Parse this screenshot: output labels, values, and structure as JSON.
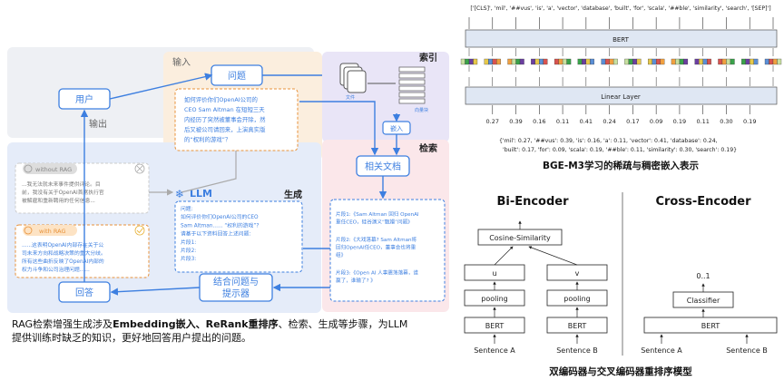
{
  "rag": {
    "input_label": "输入",
    "output_label": "输出",
    "index_label": "索引",
    "retrieval_label": "检索",
    "generation_label": "生成",
    "question_box": "问题",
    "question_text": [
      "如何评价你们OpenAI公司的",
      "CEO Sam Altman 在短短三天",
      "内经历了突然被董事会开除，然",
      "后又被公司请回来，上演真实版",
      "的“权利的游戏”？"
    ],
    "user_box": "用户",
    "file_label": "文件",
    "chunk_label": "向量块",
    "embed_box": "嵌入",
    "docs_box": "相关文档",
    "llm_label": "LLM",
    "combine_box": [
      "结合问题与",
      "提示器"
    ],
    "answer_box": "回答",
    "without_rag_label": "without RAG",
    "without_rag_text": [
      "...我无法就未来事件提供评论。目",
      "前，我没有关于OpenAI首席执行官",
      "被解雇和重新聘用的任何信息..."
    ],
    "with_rag_label": "with RAG",
    "with_rag_text": [
      "......这表明OpenAI内部存在关于公",
      "司未来方向和战略决策的重大分歧。",
      "所有这些曲折反映了OpenAI内部的",
      "权力斗争和公司治理问题......"
    ],
    "prompt_text": [
      "问题:",
      "如何评价你们OpenAI公司的CEO",
      "Sam Altman...... “权利的游戏”?",
      "请基于以下资料回答上述问题:",
      "片段1:",
      "片段2:",
      "片段3:"
    ],
    "snippets": [
      [
        "片段1:《Sam Altman 回归 OpenAI",
        "重任CEO，硅谷演义“甄嬛”问题》"
      ],
      [
        "片段2:《大戏落幕? Sam Altman将",
        "回归OpenAI任CEO，董事会也将重",
        "组》"
      ],
      [
        "片段3:《Open AI 人事震荡落幕，谁",
        "赢了，谁输了? 》"
      ]
    ]
  },
  "caption": {
    "parts": [
      "RAG检索增强生成涉及",
      "Embedding嵌入、ReRank重排序",
      "、检索、生成等步骤，为LLM"
    ],
    "line2": "提供训练时缺乏的知识，更好地回答用户提出的问题。"
  },
  "bge": {
    "tokens": "['[CLS]', 'mil', '##vus', 'is', 'a', 'vector', 'database', 'built', 'for', 'scala', '##ble', 'similarity', 'search', '[SEP]']",
    "bert_label": "BERT",
    "linear_label": "Linear Layer",
    "weights": [
      "0.27",
      "0.39",
      "0.16",
      "0.11",
      "0.41",
      "0.24",
      "0.17",
      "0.09",
      "0.19",
      "0.11",
      "0.30",
      "0.19"
    ],
    "dict_line1": "{'mil': 0.27, '##vus': 0.39, 'is': 0.16, 'a': 0.11, 'vector': 0.41, 'database': 0.24,",
    "dict_line2": "'built': 0.17, 'for': 0.09, 'scala': 0.19, '##ble': 0.11, 'similarity': 0.30, 'search': 0.19}",
    "caption": "BGE-M3学习的稀疏与稠密嵌入表示"
  },
  "encoders": {
    "bi_title": "Bi-Encoder",
    "cross_title": "Cross-Encoder",
    "cosine": "Cosine-Similarity",
    "u": "u",
    "v": "v",
    "pooling": "pooling",
    "bert": "BERT",
    "sentence_a": "Sentence A",
    "sentence_b": "Sentence B",
    "range": "0..1",
    "classifier": "Classifier",
    "caption": "双编码器与交叉编码器重排序模型"
  },
  "colors": {
    "blue": "#3d7fe0",
    "input_bg": "#fbeede",
    "index_bg": "#e9e5f7",
    "retrieve_bg": "#fbe7ea",
    "gen_bg": "#e5ecf9",
    "output_bg": "#eef0f4",
    "orange_text": "#e8923a",
    "token_colors": [
      "#c8e0a0",
      "#3aa24a",
      "#6b3fa0",
      "#e6c84a",
      "#5b8fd6",
      "#d9534f",
      "#f0a040"
    ]
  }
}
